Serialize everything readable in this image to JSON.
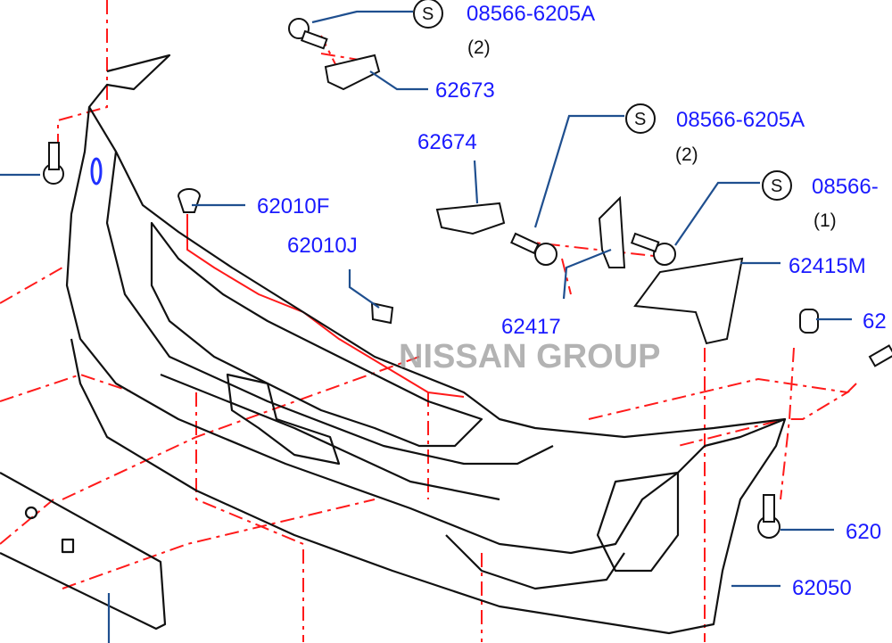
{
  "diagram": {
    "watermark": "NISSAN GROUP",
    "callouts": [
      {
        "part": "08566-6205A",
        "symbol": "S",
        "qty": "(2)"
      },
      {
        "part": "62673"
      },
      {
        "part": "08566-6205A",
        "symbol": "S",
        "qty": "(2)"
      },
      {
        "part": "62674"
      },
      {
        "part": "08566-",
        "symbol": "S",
        "qty": "(1)"
      },
      {
        "part": "62010F"
      },
      {
        "part": "62010J"
      },
      {
        "part": "62415M"
      },
      {
        "part": "62417"
      },
      {
        "part": "62"
      },
      {
        "part": "620"
      },
      {
        "part": "62050"
      }
    ]
  }
}
